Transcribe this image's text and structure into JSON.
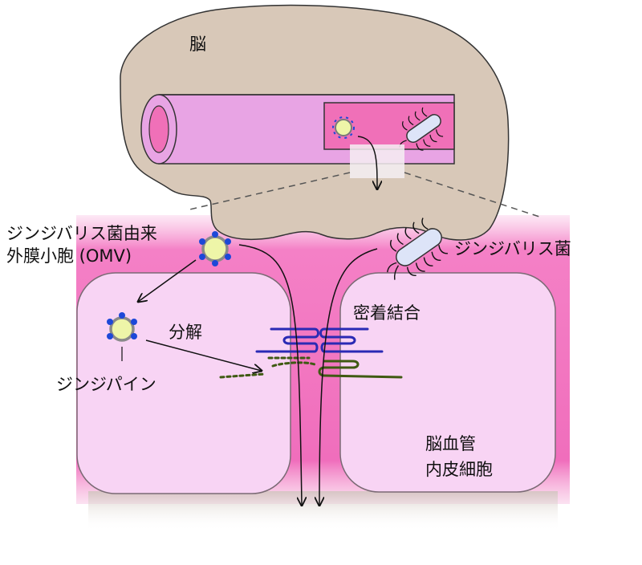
{
  "labels": {
    "brain": "脳",
    "omv_line1": "ジンジバリス菌由来",
    "omv_line2": "外膜小胞 (OMV)",
    "bacterium": "ジンジバリス菌",
    "tight_junction": "密着結合",
    "degradation": "分解",
    "gingipain": "ジンジパイン",
    "endothelial_line1": "脳血管",
    "endothelial_line2": "内皮細胞"
  },
  "colors": {
    "brain": "#d8c8b8",
    "vessel": "#e9a6e3",
    "vessel_lumen": "#f070b8",
    "blood_region": "#f47cc4",
    "cell": "#f8d4f4",
    "tj_blue": "#2a2ab4",
    "tj_green": "#3f5a12",
    "omv_protein": "#1d48d8",
    "omv_center": "#eef5a8",
    "bacterium_body": "#dde4f8"
  }
}
